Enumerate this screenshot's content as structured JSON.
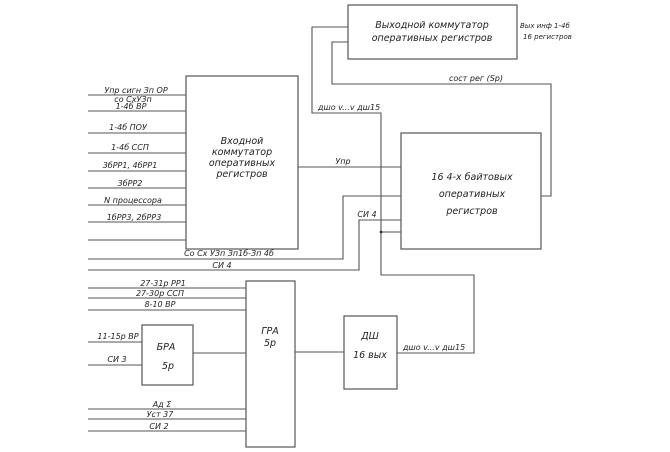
{
  "blocks": {
    "output_commutator": {
      "line1": "Выходной коммутатор",
      "line2": "оперативных регистров",
      "note1": "Вых инф 1-4б",
      "note2": "16 регистров"
    },
    "input_commutator": {
      "line1": "Входной",
      "line2": "коммутатор",
      "line3": "оперативных",
      "line4": "регистров"
    },
    "registers": {
      "line1": "16  4-х байтовых",
      "line2": "оперативных",
      "line3": "регистров"
    },
    "gra": {
      "line1": "ГРА",
      "line2": "5р"
    },
    "bra": {
      "line1": "БРА",
      "line2": "5р"
    },
    "dsh": {
      "line1": "ДШ",
      "line2": "16  вых"
    }
  },
  "input_signals": [
    "Упр сигн Зп ОР",
    "со СхУЗп",
    "1-4б ВР",
    "1-4б ПОУ",
    "1-4б ССП",
    "3бРР1, 4бРР1",
    "3бРР2",
    "N процессора",
    "1бРР3, 2бРР3"
  ],
  "wire_labels": {
    "sost_reg": "сост рег (Sр)",
    "dsh_out_top": "дшо v...v дш15",
    "upr": "Упр",
    "si4_right": "СИ 4",
    "co_sx": "Со Сх УЗп    Зп1б-Зп 4б",
    "si4_bottom": "СИ 4",
    "dsh_out_bottom": "дшо v...v дш15"
  },
  "gra_inputs": [
    "27-31р РР1",
    "27-30р ССП",
    "8-10 ВР"
  ],
  "bra_inputs": [
    "11-15р ВР",
    "СИ 3"
  ],
  "gra_bottom_inputs": [
    "Ад Σ",
    "Уст 37",
    "СИ 2"
  ]
}
